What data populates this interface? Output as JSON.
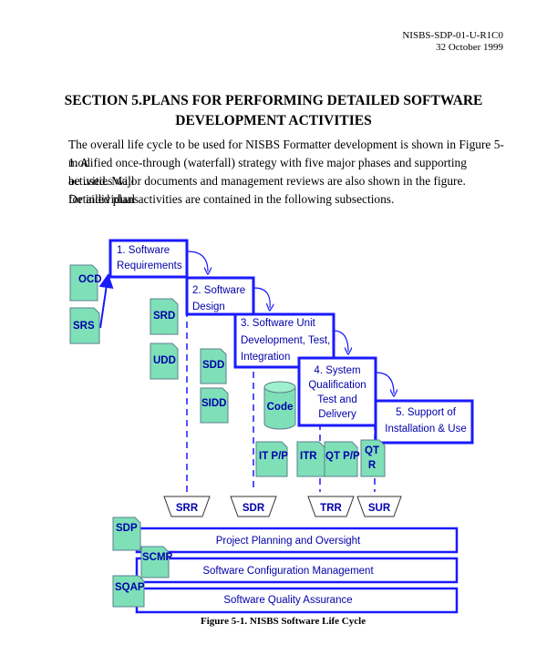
{
  "header": {
    "doc_id": "NISBS-SDP-01-U-R1C0",
    "date": "32 October 1999"
  },
  "section_title": {
    "line1": "SECTION 5.PLANS FOR PERFORMING DETAILED SOFTWARE",
    "line2": "DEVELOPMENT ACTIVITIES"
  },
  "paragraph": [
    "The overall life cycle to be used for NISBS Formatter development is shown in Figure 5-1. A",
    "modified once-through (waterfall) strategy with five major phases and supporting activities will",
    "be used. Major documents and management reviews are also shown in the figure. Detailed plans",
    "for individual activities are contained in the following subsections."
  ],
  "diagram": {
    "phases": [
      [
        "1. Software",
        "Requirements"
      ],
      [
        "2. Software",
        "Design"
      ],
      [
        "3. Software Unit",
        "Development, Test,",
        "Integration"
      ],
      [
        "4. System",
        "Qualification",
        "Test and",
        "Delivery"
      ],
      [
        "5. Support of",
        "Installation & Use"
      ]
    ],
    "documents": [
      "OCD",
      "SRS",
      "SRD",
      "UDD",
      "SDD",
      "SIDD",
      "Code",
      "IT P/P",
      "ITR",
      "QT P/P",
      "QT",
      "R"
    ],
    "reviews": [
      "SRR",
      "SDR",
      "TRR",
      "SUR"
    ],
    "support_docs": [
      "SDP",
      "SCMP",
      "SQAP"
    ],
    "bars": [
      "Project Planning and Oversight",
      "Software Configuration Management",
      "Software Quality Assurance"
    ],
    "colors": {
      "line": "#1a1aff",
      "doc_fill": "#7fe0b8",
      "text": "#0000aa"
    }
  },
  "caption": "Figure 5-1.  NISBS Software Life Cycle"
}
